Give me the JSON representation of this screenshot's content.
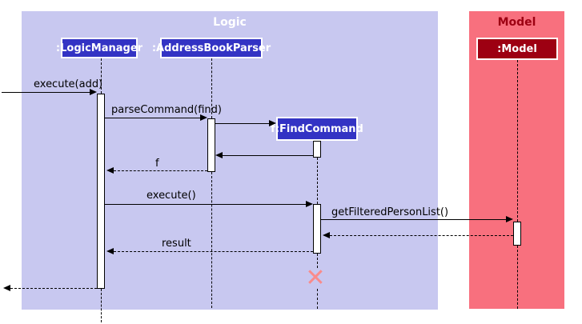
{
  "frames": {
    "logic": {
      "label": "Logic"
    },
    "model": {
      "label": "Model"
    }
  },
  "participants": {
    "logic_manager": {
      "label": ":LogicManager"
    },
    "address_book_parser": {
      "label": ":AddressBookParser"
    },
    "find_command": {
      "label": "f:FindCommand"
    },
    "model": {
      "label": ":Model"
    }
  },
  "messages": {
    "execute_add": {
      "label": "execute(add)",
      "type": "solid-call"
    },
    "parse_command_find": {
      "label": "parseCommand(find)",
      "type": "solid-call"
    },
    "create_find_command": {
      "label": "",
      "type": "solid-call"
    },
    "return_find_command_to_parser": {
      "label": "",
      "type": "solid-return"
    },
    "return_f": {
      "label": "f",
      "type": "dashed-return"
    },
    "execute": {
      "label": "execute()",
      "type": "solid-call"
    },
    "get_filtered_person_list": {
      "label": "getFilteredPersonList()",
      "type": "solid-call"
    },
    "return_from_model": {
      "label": "",
      "type": "dashed-return"
    },
    "return_result": {
      "label": "result",
      "type": "dashed-return"
    },
    "return_to_caller": {
      "label": "",
      "type": "dashed-return"
    }
  },
  "destroy_marker": {
    "glyph": "✕"
  },
  "colors": {
    "logic_frame_bg": "#c8c8f0",
    "logic_title": "#ffffff",
    "participant_blue": "#3333c4",
    "model_frame_bg": "#f8707e",
    "model_dark_red": "#9d0012",
    "destroy_x": "#f98b8b",
    "line": "#000000"
  }
}
